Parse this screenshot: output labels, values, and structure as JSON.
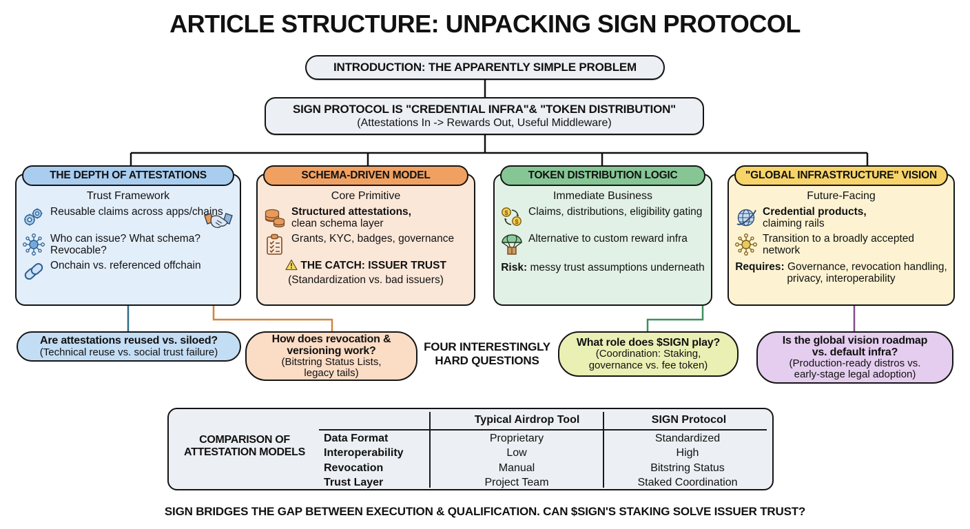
{
  "title": "ARTICLE STRUCTURE: UNPACKING SIGN PROTOCOL",
  "footer": "SIGN BRIDGES THE GAP BETWEEN EXECUTION & QUALIFICATION. CAN $SIGN'S STAKING SOLVE ISSUER TRUST?",
  "intro": {
    "line1": "INTRODUCTION: THE APPARENTLY SIMPLE PROBLEM"
  },
  "thesis": {
    "line1": "SIGN PROTOCOL IS \"CREDENTIAL INFRA\"& \"TOKEN DISTRIBUTION\"",
    "line2": "(Attestations In -> Rewards Out, Useful Middleware)"
  },
  "middle_label": {
    "line1": "FOUR INTERESTINGLY",
    "line2": "HARD QUESTIONS"
  },
  "columns": [
    {
      "key": "attestations",
      "header": "THE DEPTH OF ATTESTATIONS",
      "subtitle": "Trust Framework",
      "header_color": "#a9cdef",
      "body_color": "#e3eefb",
      "wire_color": "#2e6b8a",
      "items": [
        {
          "icon": "gears-icon",
          "bold": "",
          "text": "Reusable claims across apps/chains"
        },
        {
          "icon": "network-node-icon",
          "bold": "",
          "text": "Who can issue? What schema? Revocable?"
        },
        {
          "icon": "chain-link-icon",
          "bold": "",
          "text": "Onchain vs. referenced offchain"
        }
      ],
      "corner_icon": "handshake-icon",
      "note_bold": "",
      "note_text": ""
    },
    {
      "key": "schema",
      "header": "SCHEMA-DRIVEN MODEL",
      "subtitle": "Core Primitive",
      "header_color": "#f0a162",
      "body_color": "#fbe7d8",
      "wire_color": "#d1853f",
      "items": [
        {
          "icon": "database-icon",
          "bold": "Structured attestations,",
          "text": "clean schema layer"
        },
        {
          "icon": "clipboard-check-icon",
          "bold": "",
          "text": "Grants, KYC, badges, governance"
        }
      ],
      "corner_icon": "",
      "note_icon": "warning-triangle-icon",
      "note_bold": "THE CATCH: ISSUER TRUST",
      "note_text": "(Standardization vs. bad issuers)"
    },
    {
      "key": "token",
      "header": "TOKEN DISTRIBUTION LOGIC",
      "subtitle": "Immediate Business",
      "header_color": "#86c695",
      "body_color": "#e2f1e5",
      "wire_color": "#3f8f5c",
      "items": [
        {
          "icon": "coins-exchange-icon",
          "bold": "",
          "text": "Claims, distributions, eligibility gating"
        },
        {
          "icon": "parachute-box-icon",
          "bold": "",
          "text": "Alternative to custom reward infra"
        }
      ],
      "corner_icon": "",
      "note_bold": "Risk:",
      "note_text": " messy trust assumptions underneath"
    },
    {
      "key": "global",
      "header": "\"GLOBAL INFRASTRUCTURE\" VISION",
      "subtitle": "Future-Facing",
      "header_color": "#f7d469",
      "body_color": "#fdf3d2",
      "wire_color": "#7e4f86",
      "items": [
        {
          "icon": "globe-icon",
          "bold": "Credential products,",
          "text": "claiming rails"
        },
        {
          "icon": "network-hub-icon",
          "bold": "",
          "text": "Transition to a broadly accepted network"
        }
      ],
      "corner_icon": "",
      "note_bold": "Requires:",
      "note_text": " Governance, revocation handling, privacy, interoperability"
    }
  ],
  "questions": [
    {
      "key": "q-attestations",
      "heading": "Are attestations reused vs. siloed?",
      "sub": "(Technical reuse vs. social trust failure)",
      "color": "#c3ddf4"
    },
    {
      "key": "q-revocation",
      "heading_l1": "How does revocation &",
      "heading_l2": "versioning work?",
      "sub_l1": "(Bitstring Status Lists,",
      "sub_l2": "legacy tails)",
      "color": "#fbdcc5"
    },
    {
      "key": "q-sign-role",
      "heading": "What role does $SIGN play?",
      "sub_l1": "(Coordination: Staking,",
      "sub_l2": "governance vs. fee token)",
      "color": "#eaefb4"
    },
    {
      "key": "q-global-vision",
      "heading_l1": "Is the global vision roadmap",
      "heading_l2": "vs. default infra?",
      "sub_l1": "(Production-ready distros vs.",
      "sub_l2": "early-stage legal adoption)",
      "color": "#e5cdef"
    }
  ],
  "comparison": {
    "label_l1": "COMPARISON OF",
    "label_l2": "ATTESTATION MODELS",
    "col_headers": [
      "Typical Airdrop Tool",
      "SIGN Protocol"
    ],
    "attributes": [
      "Data Format",
      "Interoperability",
      "Revocation",
      "Trust Layer"
    ],
    "airdrop": [
      "Proprietary",
      "Low",
      "Manual",
      "Project Team"
    ],
    "sign": [
      "Standardized",
      "High",
      "Bitstring Status",
      "Staked Coordination"
    ]
  }
}
